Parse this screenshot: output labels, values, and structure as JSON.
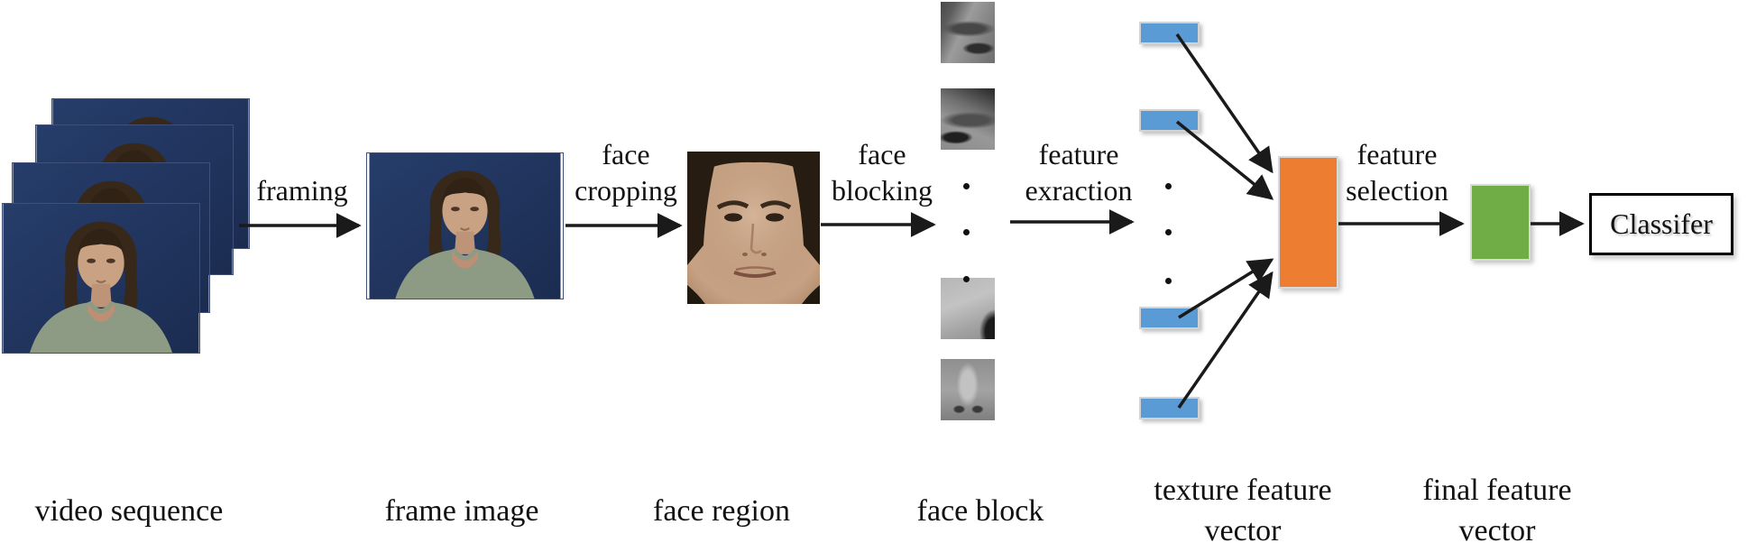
{
  "arrow_labels": {
    "framing": [
      "framing"
    ],
    "face_cropping": [
      "face",
      "cropping"
    ],
    "face_blocking": [
      "face",
      "blocking"
    ],
    "feature_extraction": [
      "feature",
      "exraction"
    ],
    "feature_selection": [
      "feature",
      "selection"
    ]
  },
  "captions": {
    "video_sequence": "video sequence",
    "frame_image": "frame image",
    "face_region": "face region",
    "face_block": "face block",
    "texture_feature_vector": [
      "texture feature",
      "vector"
    ],
    "final_feature_vector": [
      "final feature",
      "vector"
    ]
  },
  "classifier_box": {
    "label": "Classifer"
  },
  "colors": {
    "texture_vector_blue": "#5B9BD5",
    "merged_vector_orange": "#ED7D31",
    "final_vector_green": "#70AD47",
    "video_frame_navy": "#1F3158",
    "line_black": "#1a1a1a"
  }
}
